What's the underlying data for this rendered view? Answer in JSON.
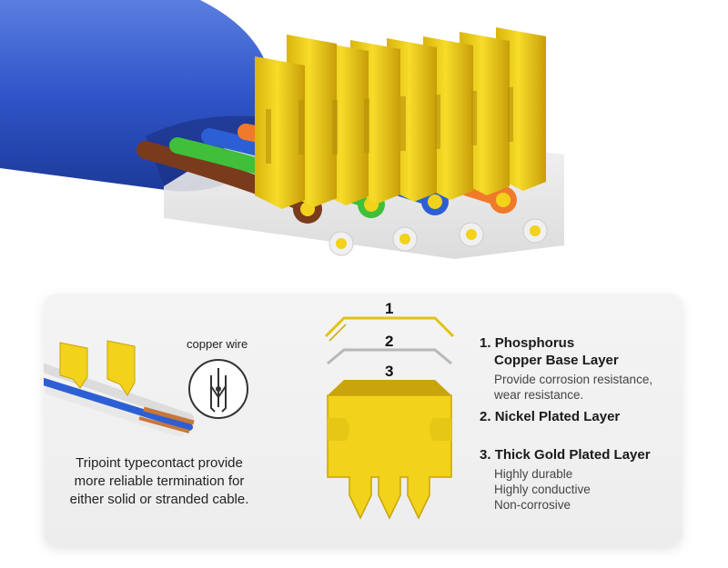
{
  "copper_wire_label": "copper wire",
  "caption": {
    "lines": [
      "Tripoint typecontact provide",
      "more reliable termination for",
      "either solid or stranded cable."
    ]
  },
  "layer_numbers": [
    "1",
    "2",
    "3"
  ],
  "layers": [
    {
      "number": "1.",
      "title_lines": [
        "Phosphorus",
        "Copper Base Layer"
      ],
      "descriptions": [
        "Provide corrosion resistance,",
        "wear resistance."
      ]
    },
    {
      "number": "2.",
      "title_lines": [
        "Nickel Plated Layer"
      ],
      "descriptions": []
    },
    {
      "number": "3.",
      "title_lines": [
        "Thick Gold Plated Layer"
      ],
      "descriptions": [
        "Highly durable",
        "Highly conductive",
        "Non-corrosive"
      ]
    }
  ],
  "colors": {
    "cable_jacket": "#2f55c8",
    "gold": "#f2d21a",
    "gold_dark": "#c9a40a",
    "wire_brown": "#7a3a1c",
    "wire_green": "#3fbf3a",
    "wire_blue": "#2d5fd4",
    "wire_orange": "#f07a2a",
    "panel_bg": "#efefef"
  }
}
